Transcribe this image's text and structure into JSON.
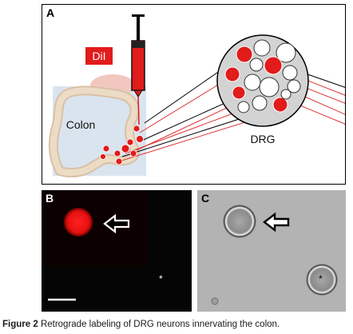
{
  "panel_a": {
    "label": "A",
    "dye_label": "DiI",
    "colon_label": "Colon",
    "drg_label": "DRG"
  },
  "panel_b": {
    "label": "B",
    "asterisk": "*"
  },
  "panel_c": {
    "label": "C",
    "asterisk": "*"
  },
  "caption": {
    "figure_number": "Figure 2",
    "text": "Retrograde labeling of DRG neurons innervating the colon."
  },
  "colors": {
    "dye_red": "#e21b1b",
    "drg_fill": "#d3d3d3",
    "colon_bg": "#d9e4ee",
    "colon_tissue": "#ecdcc6"
  }
}
